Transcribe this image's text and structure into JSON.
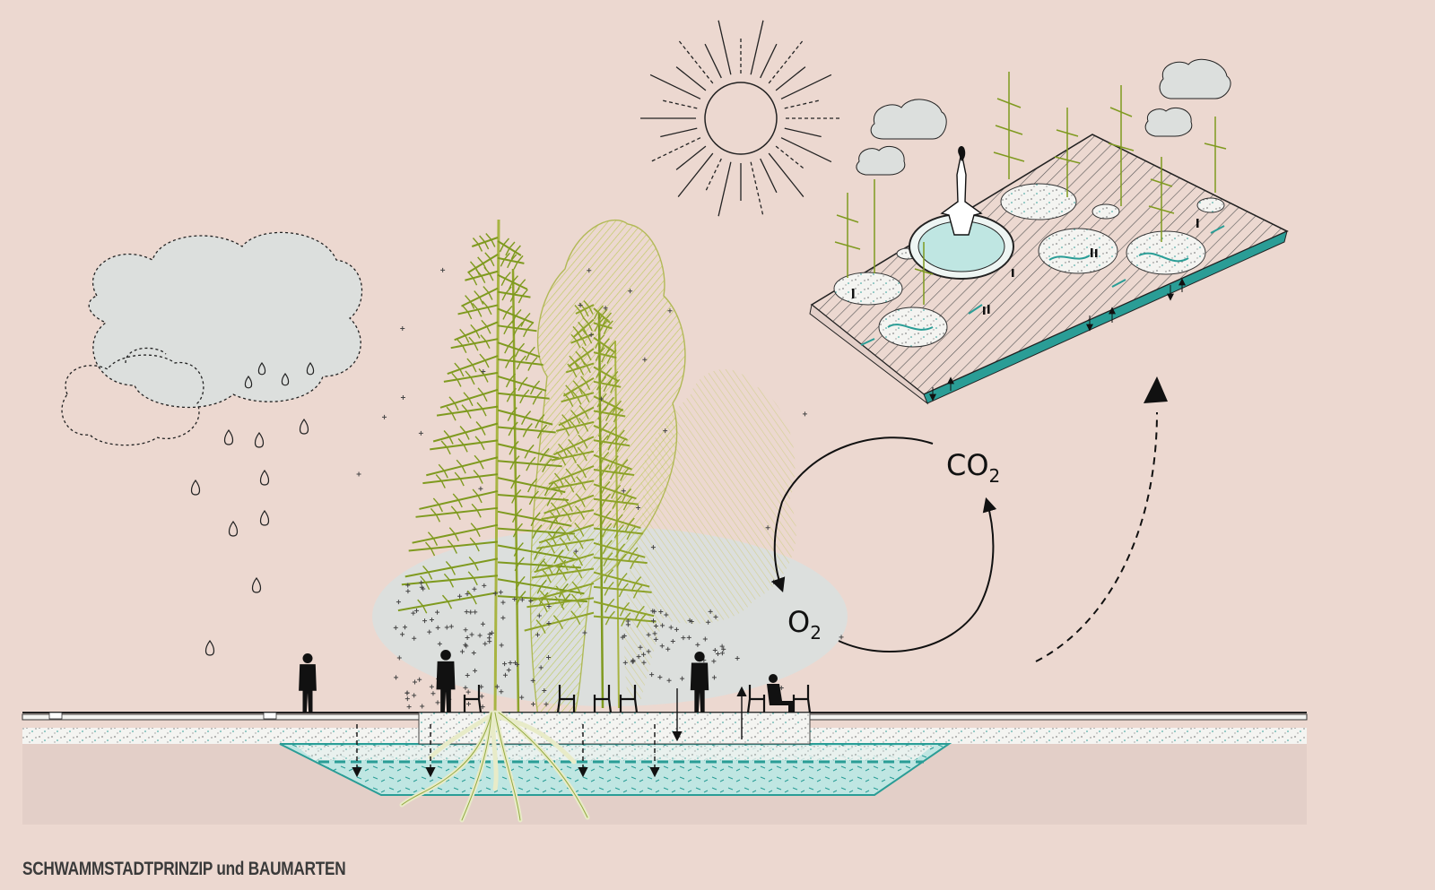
{
  "caption": "SCHWAMMSTADTPRINZIP und  BAUMARTEN",
  "labels": {
    "co2_main": "CO",
    "co2_sub": "2",
    "o2_main": "O",
    "o2_sub": "2"
  },
  "colors": {
    "background": "#ecd8d0",
    "cloud": "#dcdfdd",
    "water": "#bfe6e2",
    "teal": "#2a9d96",
    "tree_dark": "#7f9a1f",
    "tree_light": "#c6d36b",
    "tree_pale": "#d9d79a",
    "soil": "#e3cfc8"
  }
}
